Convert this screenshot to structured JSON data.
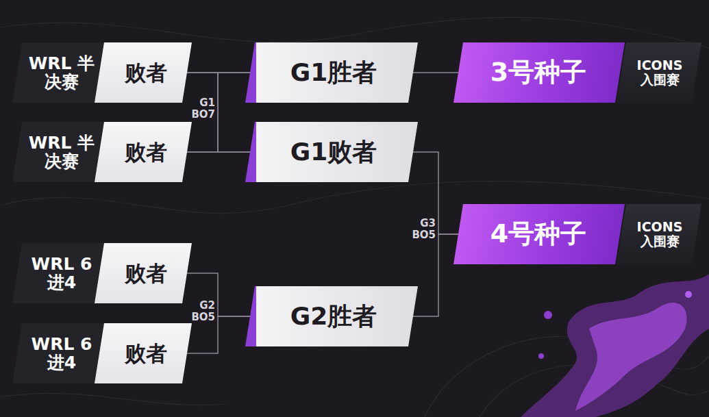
{
  "diagram": {
    "nodes": [
      {
        "text": [
          "WRL 半决赛",
          "败者"
        ]
      },
      {
        "text": [
          "WRL 半决赛",
          "败者"
        ]
      },
      {
        "text": [
          "WRL 6进4",
          "败者"
        ]
      },
      {
        "text": [
          "WRL 6进4",
          "败者"
        ]
      },
      {
        "text": [
          "G1胜者"
        ]
      },
      {
        "text": [
          "G1败者"
        ]
      },
      {
        "text": [
          "G2胜者"
        ]
      },
      {
        "text": [
          "3号种子",
          "ICONS 入围赛"
        ]
      },
      {
        "text": [
          "4号种子",
          "ICONS 入围赛"
        ]
      }
    ],
    "edges": [
      {
        "from": 0,
        "to": 4,
        "arrow": "none"
      },
      {
        "from": 1,
        "to": 4,
        "arrow": "none"
      },
      {
        "from": 0,
        "to": 5,
        "arrow": "none"
      },
      {
        "from": 1,
        "to": 5,
        "arrow": "none"
      },
      {
        "from": 4,
        "to": 7,
        "arrow": "none"
      },
      {
        "from": 5,
        "to": 8,
        "arrow": "none"
      },
      {
        "from": 6,
        "to": 8,
        "arrow": "none"
      },
      {
        "from": 2,
        "to": 6,
        "arrow": "none"
      },
      {
        "from": 3,
        "to": 6,
        "arrow": "none"
      }
    ],
    "labels": [
      "G1 BO7",
      "G2 BO5",
      "G3 BO5"
    ]
  }
}
